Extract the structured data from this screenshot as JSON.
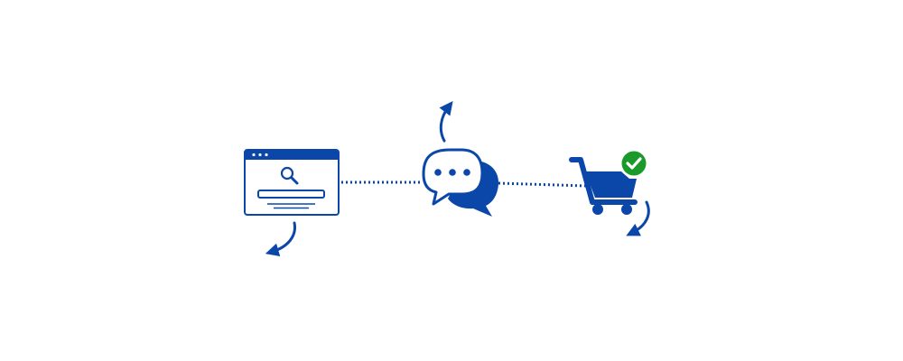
{
  "colors": {
    "primary": "#0a47a8",
    "success": "#1a9a2a",
    "background": "#ffffff"
  },
  "nodes": [
    {
      "id": "search",
      "icon": "browser-search-icon"
    },
    {
      "id": "chat",
      "icon": "chat-bubbles-icon"
    },
    {
      "id": "cart",
      "icon": "shopping-cart-check-icon"
    }
  ],
  "connectors": [
    {
      "from": "search",
      "to": "chat",
      "style": "dotted"
    },
    {
      "from": "chat",
      "to": "cart",
      "style": "dotted"
    }
  ],
  "arrows": [
    {
      "node": "search",
      "direction": "down-left",
      "icon": "curved-arrow-icon"
    },
    {
      "node": "chat",
      "direction": "up",
      "icon": "curved-arrow-icon"
    },
    {
      "node": "cart",
      "direction": "down-left",
      "icon": "curved-arrow-icon"
    }
  ]
}
